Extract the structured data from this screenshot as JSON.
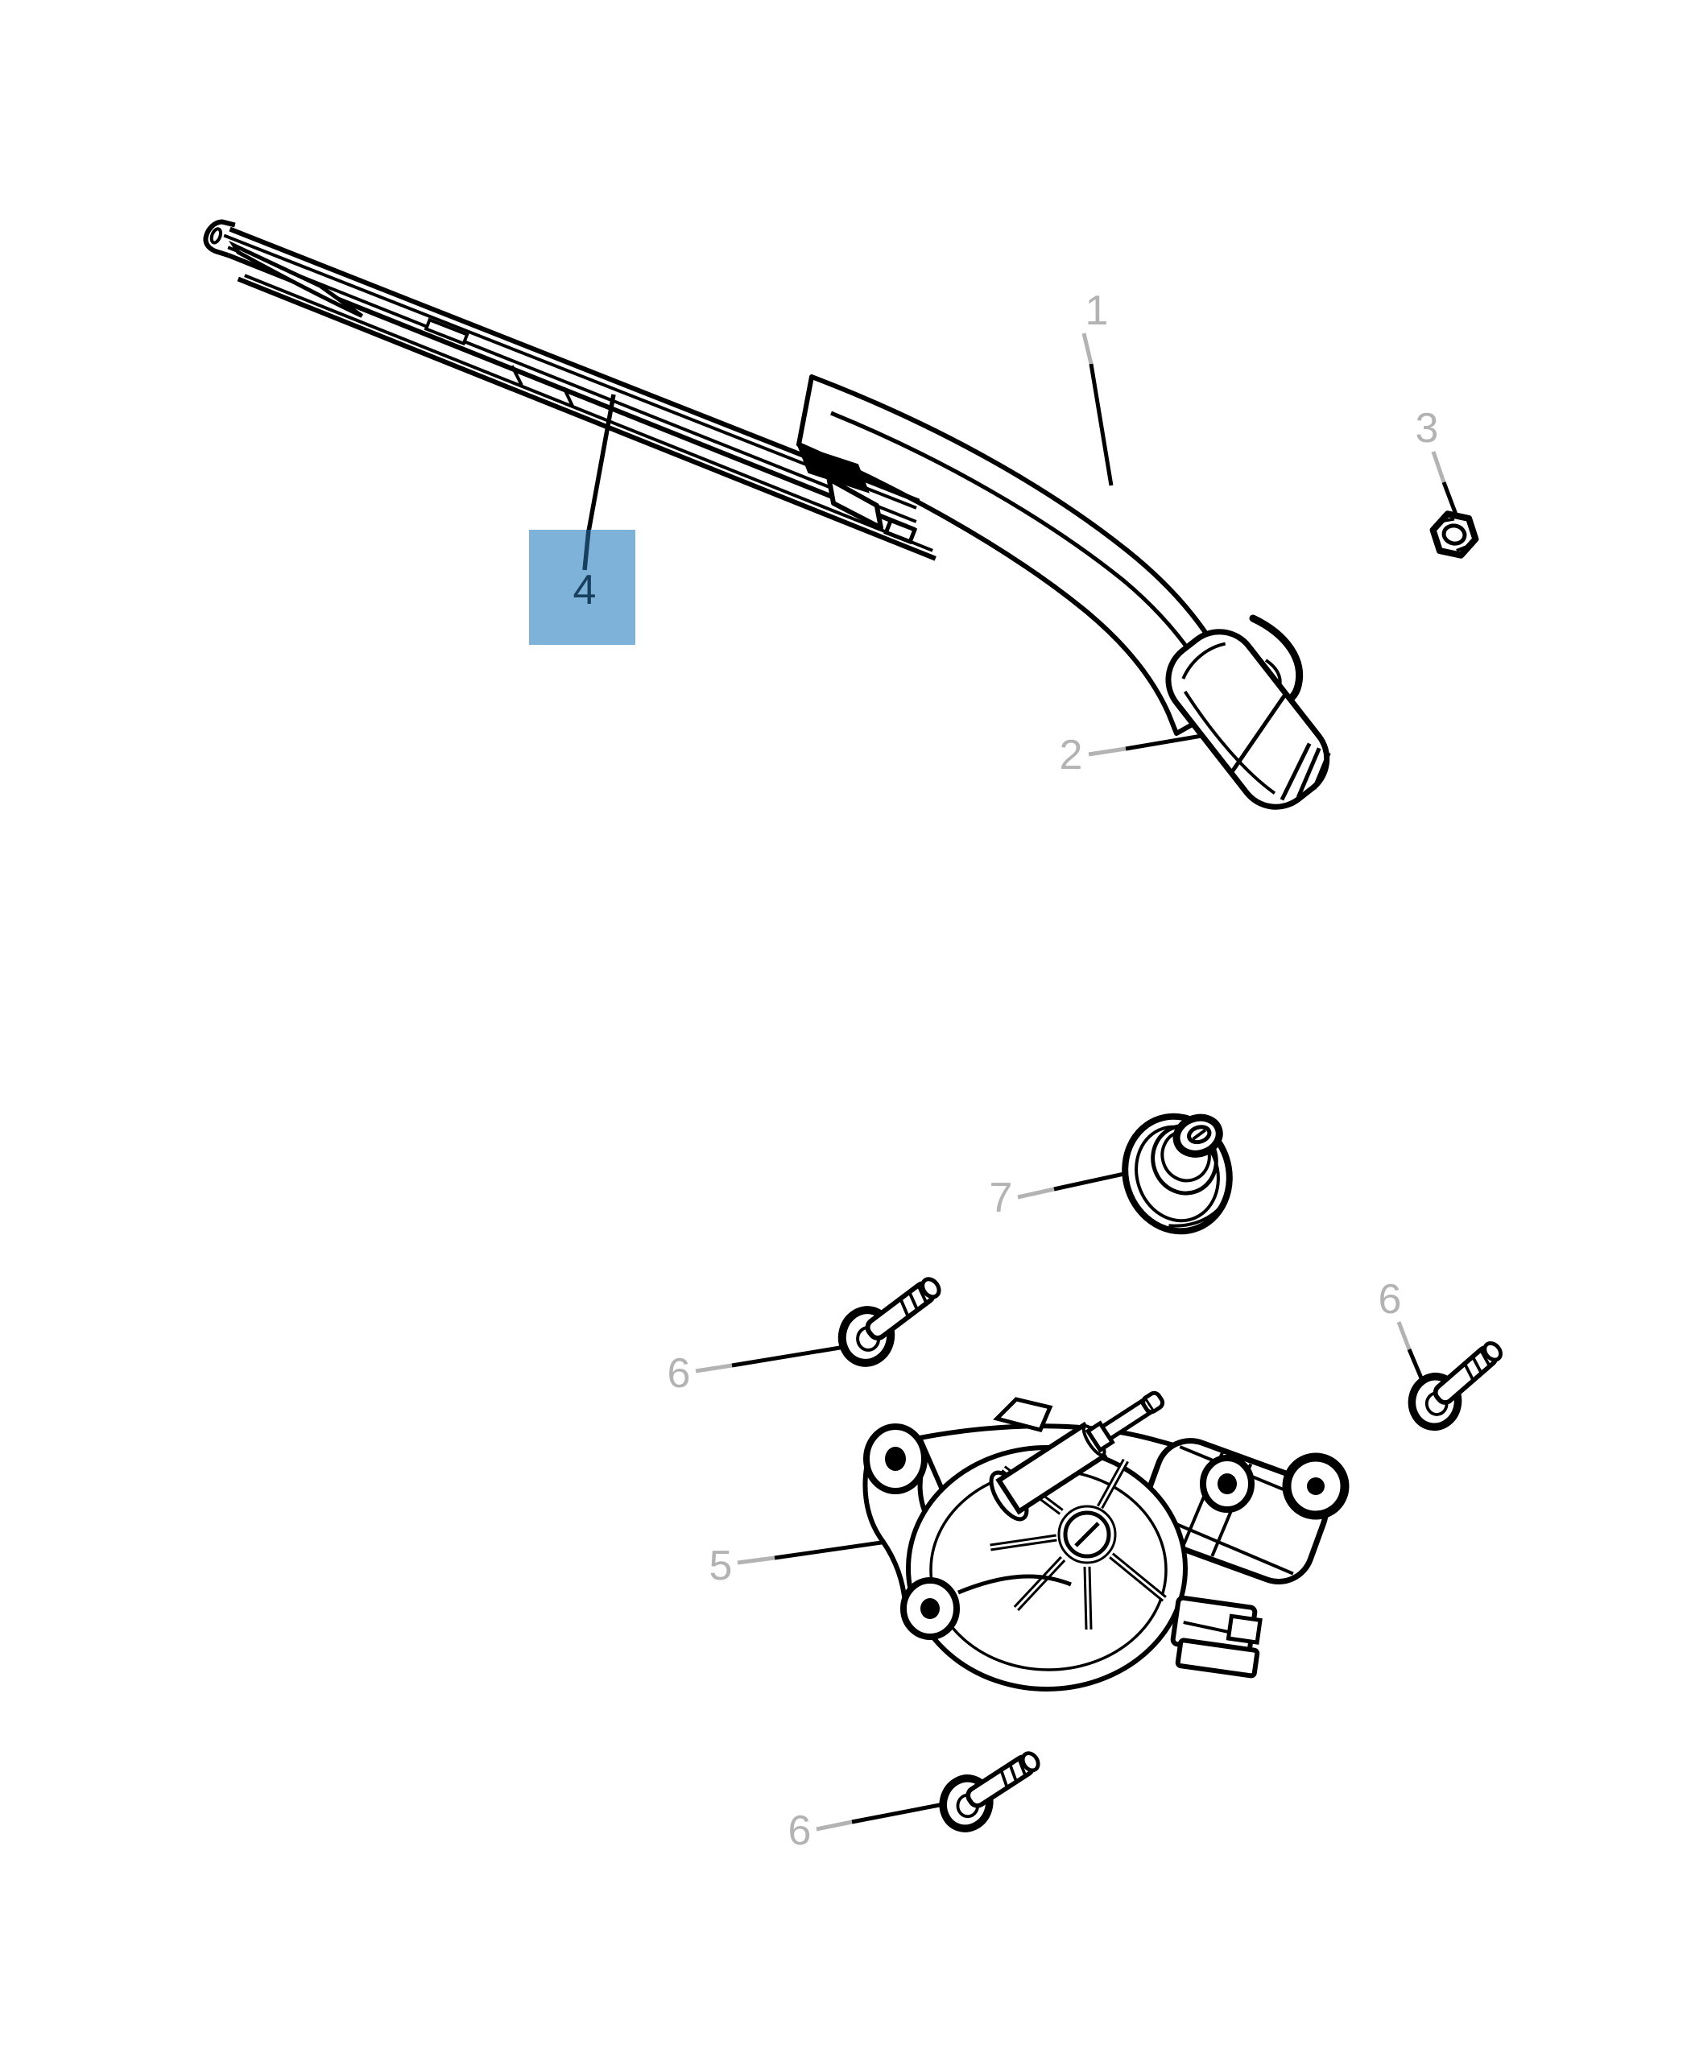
{
  "diagram": {
    "background": "#ffffff",
    "art_color": "#000000",
    "callout_color": "#b3b3b3",
    "leader_black": "#000000",
    "highlight": {
      "label": "4",
      "fill": "#7fb2d8",
      "text_color": "#174060"
    },
    "callouts": {
      "c1": "1",
      "c2": "2",
      "c3": "3",
      "c4": "4",
      "c5": "5",
      "c6_left": "6",
      "c6_right": "6",
      "c6_bottom": "6",
      "c7": "7"
    }
  }
}
